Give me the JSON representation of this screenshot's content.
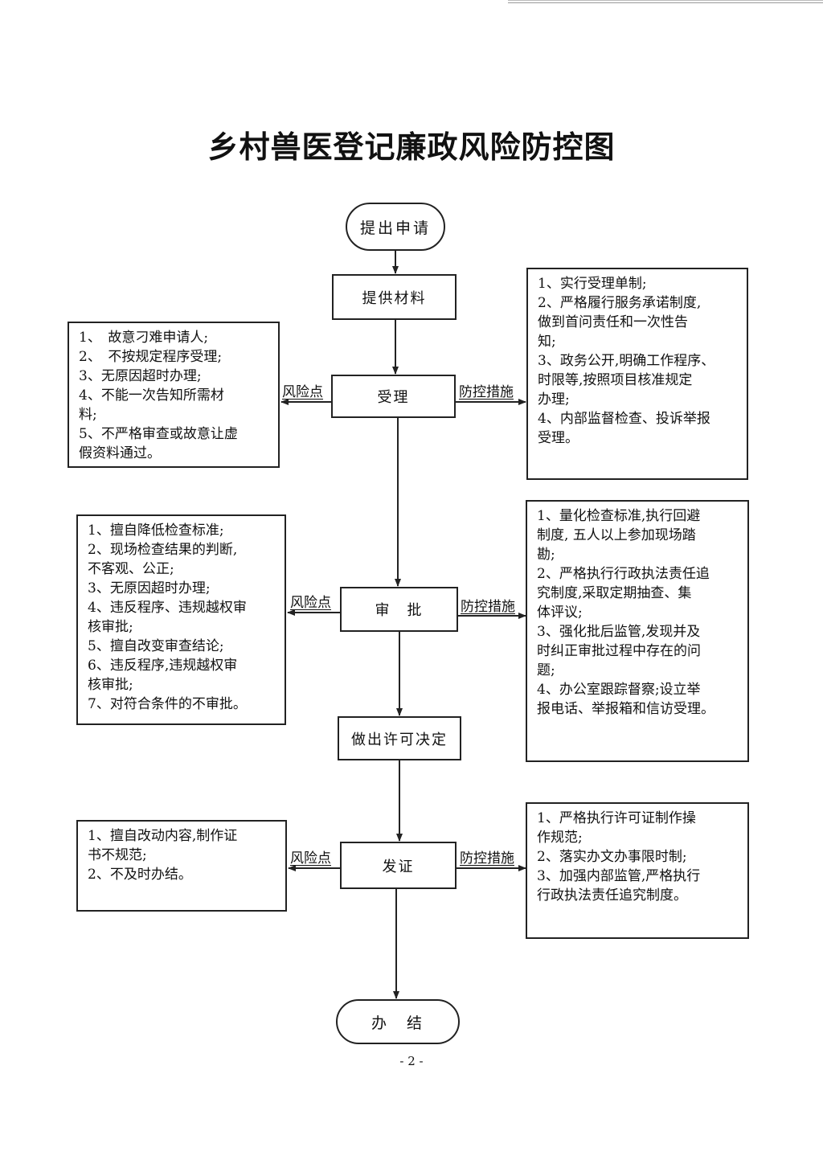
{
  "title": "乡村兽医登记廉政风险防控图",
  "flow": {
    "start": "提出申请",
    "provide": "提供材料",
    "accept": "受理",
    "approve": "审　批",
    "decide": "做出许可决定",
    "issue": "发证",
    "end": "办　结"
  },
  "labels": {
    "risk": "风险点",
    "control": "防控措施"
  },
  "accept_risks": [
    "1、　故意刁难申请人;",
    "2、　不按规定程序受理;",
    "3、无原因超时办理;",
    "4、不能一次告知所需材",
    "料;",
    "5、不严格审查或故意让虚",
    "假资料通过。"
  ],
  "accept_controls": [
    "1、实行受理单制;",
    "2、严格履行服务承诺制度,",
    "做到首问责任和一次性告",
    "知;",
    "3、政务公开,明确工作程序、",
    "时限等,按照项目核准规定",
    "办理;",
    "4、内部监督检查、投诉举报",
    "受理。"
  ],
  "approve_risks": [
    "1、擅自降低检查标准;",
    "2、现场检查结果的判断,",
    "不客观、公正;",
    "3、无原因超时办理;",
    "4、违反程序、违规越权审",
    "核审批;",
    "5、擅自改变审查结论;",
    "6、违反程序,违规越权审",
    "核审批;",
    "7、对符合条件的不审批。"
  ],
  "approve_controls": [
    "1、量化检查标准,执行回避",
    "制度, 五人以上参加现场踏",
    "勘;",
    "2、严格执行行政执法责任追",
    "究制度,采取定期抽查、集",
    "体评议;",
    "3、强化批后监管,发现并及",
    "时纠正审批过程中存在的问",
    "题;",
    "4、办公室跟踪督察;设立举",
    "报电话、举报箱和信访受理。"
  ],
  "issue_risks": [
    "1、擅自改动内容,制作证",
    "书不规范;",
    "2、不及时办结。"
  ],
  "issue_controls": [
    "1、严格执行许可证制作操",
    "作规范;",
    "2、落实办文办事限时制;",
    "3、加强内部监管,严格执行",
    "行政执法责任追究制度。"
  ],
  "page_number": "- 2 -"
}
